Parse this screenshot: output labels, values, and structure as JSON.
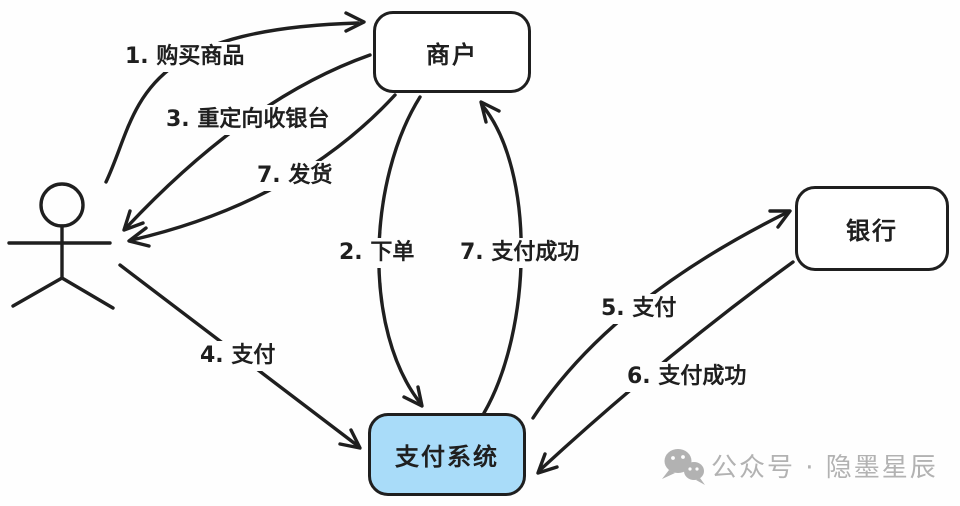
{
  "diagram": {
    "nodes": {
      "merchant": {
        "label": "商户"
      },
      "bank": {
        "label": "银行"
      },
      "payment_system": {
        "label": "支付系统"
      }
    },
    "edges": [
      {
        "label": "1. 购买商品",
        "from": "user",
        "to": "merchant"
      },
      {
        "label": "2. 下单",
        "from": "merchant",
        "to": "payment_system"
      },
      {
        "label": "3. 重定向收银台",
        "from": "merchant",
        "to": "user"
      },
      {
        "label": "4. 支付",
        "from": "user",
        "to": "payment_system"
      },
      {
        "label": "5. 支付",
        "from": "payment_system",
        "to": "bank"
      },
      {
        "label": "6. 支付成功",
        "from": "bank",
        "to": "payment_system"
      },
      {
        "label": "7. 支付成功",
        "from": "payment_system",
        "to": "merchant"
      },
      {
        "label": "7. 发货",
        "from": "merchant",
        "to": "user"
      }
    ],
    "colors": {
      "stroke": "#1f1f1f",
      "payment_system_fill": "#a9dcf9",
      "watermark": "#b2b2b2"
    }
  },
  "watermark": {
    "label": "公众号 · 隐墨星辰"
  }
}
